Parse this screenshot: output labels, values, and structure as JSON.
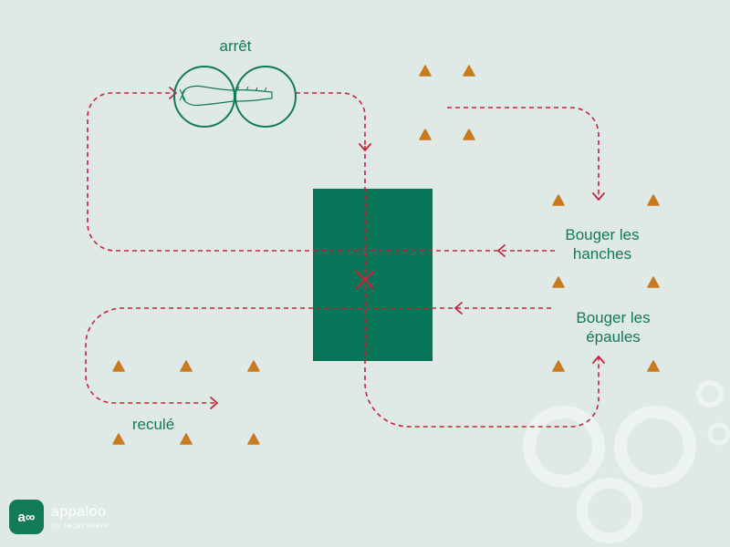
{
  "labels": {
    "stop": "arrêt",
    "hips_line1": "Bouger les",
    "hips_line2": "hanches",
    "shoulders_line1": "Bouger les",
    "shoulders_line2": "épaules",
    "backup": "reculé"
  },
  "logo": {
    "glyph": "a∞",
    "word": "appaloo",
    "tagline": "by lacavalière"
  },
  "colors": {
    "background": "#dfe9e5",
    "arena_green": "#087558",
    "path_red": "#c8243f",
    "cone_orange": "#c97a1e",
    "text_green": "#137a57"
  },
  "icons": {
    "cone": "cone-icon",
    "horse": "horse-icon",
    "arrow": "arrowhead-icon",
    "center_mark": "x-mark-icon",
    "decoration": "rings-decoration"
  }
}
